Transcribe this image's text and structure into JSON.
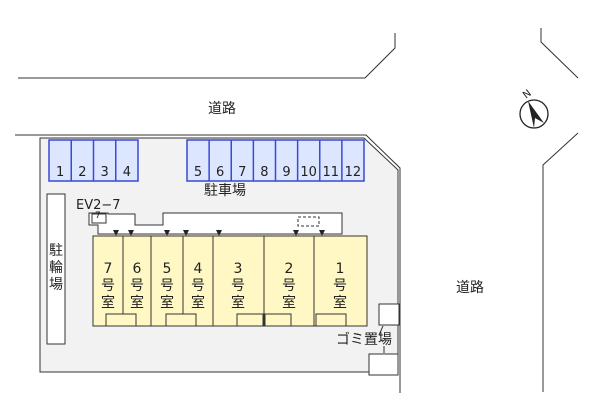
{
  "map": {
    "road_top": "道路",
    "road_right": "道路",
    "parking_label": "駐車場",
    "bike_parking": "駐輪場",
    "garbage": "ゴミ置場",
    "ev_label": "EV2−7",
    "ev_number": "7",
    "compass_letter": "N",
    "parking_spaces": [
      "1",
      "2",
      "3",
      "4",
      "5",
      "6",
      "7",
      "8",
      "9",
      "10",
      "11",
      "12"
    ],
    "units": [
      {
        "num": "7",
        "a": "号",
        "b": "室"
      },
      {
        "num": "6",
        "a": "号",
        "b": "室"
      },
      {
        "num": "5",
        "a": "号",
        "b": "室"
      },
      {
        "num": "4",
        "a": "号",
        "b": "室"
      },
      {
        "num": "3",
        "a": "号",
        "b": "室"
      },
      {
        "num": "2",
        "a": "号",
        "b": "室"
      },
      {
        "num": "1",
        "a": "号",
        "b": "室"
      }
    ],
    "colors": {
      "parking_fill": "#dde6ff",
      "parking_stroke": "#3a48d8",
      "unit_fill": "#fff8c4",
      "site_fill": "#f2f2f2",
      "line": "#333333"
    }
  }
}
